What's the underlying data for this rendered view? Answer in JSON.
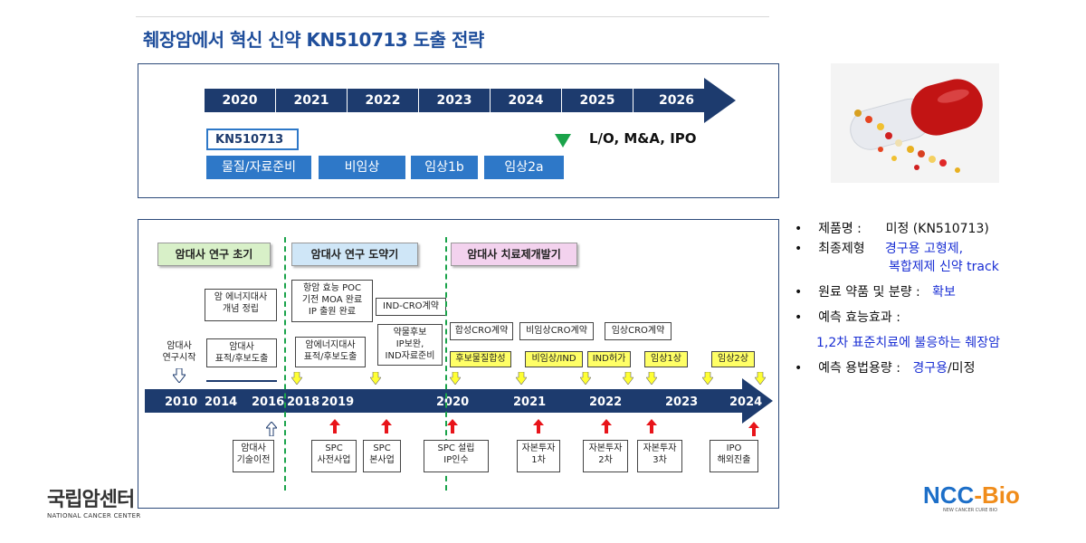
{
  "title": "췌장암에서 혁신 신약 KN510713 도출 전략",
  "top_panel": {
    "years": [
      "2020",
      "2021",
      "2022",
      "2023",
      "2024",
      "2025",
      "2026"
    ],
    "kn_box": "KN510713",
    "stages": [
      "물질/자료준비",
      "비임상",
      "임상1b",
      "임상2a"
    ],
    "exit_label": "L/O, M&A,  IPO"
  },
  "bottom_panel": {
    "phases": [
      "암대사 연구 초기",
      "암대사 연구 도약기",
      "암대사 치료제개발기"
    ],
    "timeline_years": [
      "2010",
      "2014",
      "2016",
      "2018",
      "2019",
      "2020",
      "2021",
      "2022",
      "2023",
      "2024"
    ],
    "upper_boxes": {
      "concept": "암 에너지대사\n개념 정립",
      "anticancer_poc": "항암 효능 POC\n기전 MOA 완료\nIP 출원 완료",
      "ind_cro_contract": "IND-CRO계약",
      "synthesis_cro": "합성CRO계약",
      "nonclinical_cro": "비임상CRO계약",
      "clinical_cro": "임상CRO계약"
    },
    "lower_upper_boxes": {
      "start_research": "암대사\n연구시작",
      "target_discovery": "암대사\n표적/후보도출",
      "metabolism_target": "암에너지대사\n표적/후보도출",
      "drug_candidate": "약물후보\nIP보완,\nIND자료준비"
    },
    "yellow_boxes": [
      "후보물질합성",
      "비임상/IND",
      "IND허가",
      "임상1상",
      "임상2상"
    ],
    "bottom_boxes": [
      "암대사\n기술이전",
      "SPC\n사전사업",
      "SPC\n본사업",
      "SPC 설립\nIP인수",
      "자본투자\n1차",
      "자본투자\n2차",
      "자본투자\n3차",
      "IPO\n해외진출"
    ]
  },
  "info": {
    "product_name_label": "제품명 :",
    "product_name_value": "미정 (KN510713)",
    "final_form_label": "최종제형",
    "final_form_value_1": "경구용 고형제,",
    "final_form_value_2": "복합제제 신약 track",
    "raw_material_label": "원료 약품 및 분량 :",
    "raw_material_value": "확보",
    "efficacy_label": "예측 효능효과 :",
    "efficacy_value": "1,2차 표준치료에 불응하는 췌장암",
    "dosage_label": "예측 용법용량 :",
    "dosage_value_1": "경구용",
    "dosage_value_2": "/미정"
  },
  "logos": {
    "left_main": "국립암센터",
    "left_sub": "NATIONAL CANCER CENTER",
    "right_main_ncc": "NCC",
    "right_main_bio": "-Bio",
    "right_sub": "NEW CANCER CURE BIO"
  },
  "colors": {
    "navy": "#1d3b6e",
    "blue": "#2e78c8",
    "green": "#1aa34a",
    "yellow": "#ffff66",
    "red": "#e8141a",
    "phase1": "#d8f0c8",
    "phase2": "#cfe6f7",
    "phase3": "#f3d2ee"
  }
}
